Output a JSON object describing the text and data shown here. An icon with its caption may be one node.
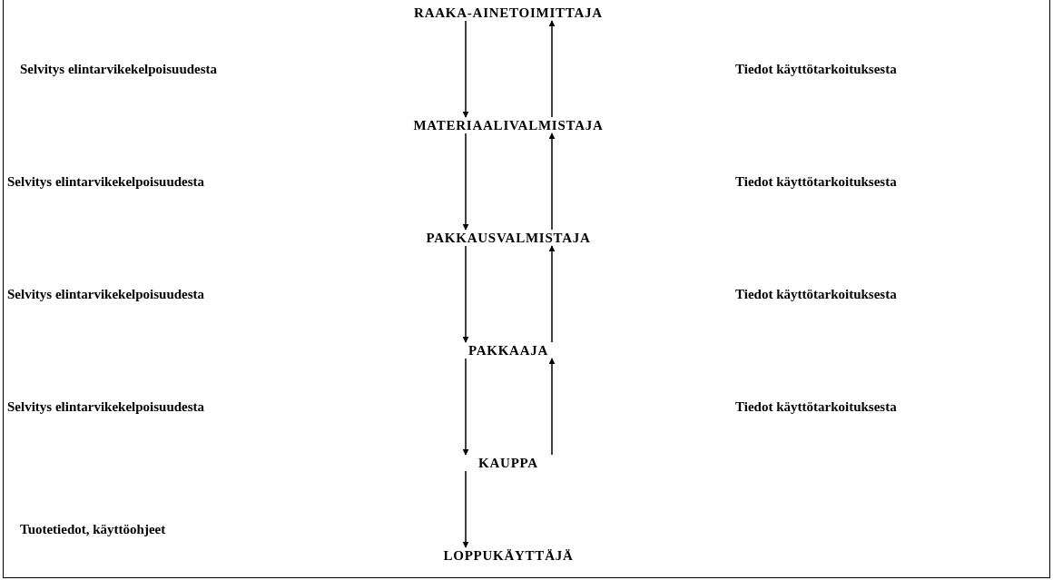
{
  "diagram": {
    "nodes": [
      {
        "text": [
          "RAAKA-AINETOIMITTAJA"
        ]
      },
      {
        "text": [
          "MATERIAALIVALMISTAJA"
        ]
      },
      {
        "text": [
          "PAKKAUSVALMISTAJA"
        ]
      },
      {
        "text": [
          "PAKKAAJA"
        ]
      },
      {
        "text": [
          "KAUPPA"
        ]
      },
      {
        "text": [
          "LOPPUKÄYTTÄJÄ"
        ]
      }
    ],
    "edges": [
      {
        "from": 0,
        "to": 1,
        "arrow": "to"
      },
      {
        "from": 1,
        "to": 0,
        "arrow": "to"
      },
      {
        "from": 1,
        "to": 2,
        "arrow": "to"
      },
      {
        "from": 2,
        "to": 1,
        "arrow": "to"
      },
      {
        "from": 2,
        "to": 3,
        "arrow": "to"
      },
      {
        "from": 3,
        "to": 2,
        "arrow": "to"
      },
      {
        "from": 3,
        "to": 4,
        "arrow": "to"
      },
      {
        "from": 4,
        "to": 3,
        "arrow": "to"
      },
      {
        "from": 4,
        "to": 5,
        "arrow": "to"
      }
    ],
    "labels": [
      "Selvitys elintarvikekelpoisuudesta",
      "Tiedot käyttötarkoituksesta",
      "Selvitys elintarvikekelpoisuudesta",
      "Tiedot käyttötarkoituksesta",
      "Selvitys elintarvikekelpoisuudesta",
      "Tiedot käyttötarkoituksesta",
      "Selvitys elintarvikekelpoisuudesta",
      "Tiedot käyttötarkoituksesta",
      "Tuotetiedot, käyttöohjeet"
    ]
  }
}
